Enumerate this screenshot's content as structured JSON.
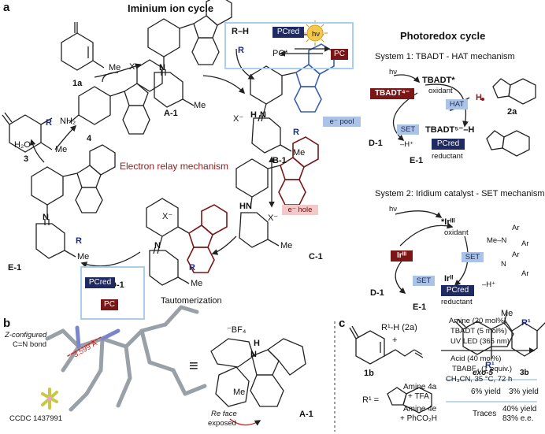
{
  "panels": {
    "a": "a",
    "b": "b",
    "c": "c"
  },
  "iminium": {
    "title": "Iminium ion cycle",
    "relay": "Electron relay mechanism",
    "tautomer": "Tautomerization",
    "labels": {
      "a1": "A-1",
      "b1": "B-1",
      "c1": "C-1",
      "d1": "D-1",
      "e1": "E-1",
      "c1a": "1a",
      "c3": "3",
      "c4": "4"
    },
    "xminus": "X⁻",
    "h2o": "H₂O",
    "rh": "R–H",
    "pc_red": "PCred",
    "pc_star": "PC*",
    "pc": "PC",
    "hv": "hν",
    "epool": "e⁻ pool",
    "ehole": "e⁻ hole",
    "nh2": "NH₂",
    "r": "R",
    "me": "Me",
    "n": "N",
    "h": "H",
    "hn": "HN"
  },
  "photoredox": {
    "title": "Photoredox cycle",
    "system1": "System 1: TBADT - HAT mechanism",
    "system2": "System 2: Iridium catalyst - SET mechanism",
    "hv": "hν",
    "tbadt4": "TBADT⁴⁻",
    "tbadt_star": "TBADT*",
    "oxidant": "oxidant",
    "hat": "HAT",
    "h": "H",
    "label_2a": "2a",
    "set": "SET",
    "minus_h": "–H⁺",
    "tbadt5": "TBADT⁵⁻–H",
    "pc_red": "PCred",
    "reductant": "reductant",
    "d1": "D-1",
    "e1": "E-1",
    "ir3_star": "*Irᴵᴵᴵ",
    "ir3": "Irᴵᴵᴵ",
    "ir2": "Irᴵᴵ",
    "me_n_ar": "Me–N",
    "ar": "Ar",
    "n": "N"
  },
  "crystal": {
    "zconf": "Z-configured",
    "cn": "C=N bond",
    "dist": "3.599 Å",
    "bf4": "⁻BF₄",
    "equiv": "≡",
    "re_face": "Re face",
    "exposed": "exposed",
    "ccdc": "CCDC 1437991",
    "a1": "A-1",
    "me": "Me",
    "h": "H",
    "n": "N"
  },
  "reaction": {
    "r1h": "R¹-H (2a)",
    "plus": "+",
    "label_1b": "1b",
    "conditions": [
      "Amine (20 mol%)",
      "TBADT (5 mol%)",
      "UV LED (365 nm)",
      "Acid (40 mol%)",
      "TBABF₄ (1 equiv.)",
      "CH₃CN, 35 °C, 72 h"
    ],
    "r1_label": "R¹ =",
    "me": "Me",
    "r1": "R¹",
    "exo5": "exo-5",
    "p3b": "3b",
    "rows": [
      {
        "amine": "Amine 4a",
        "acid": "+ TFA",
        "exo5": "6% yield",
        "p3b": "3% yield",
        "p3b_ee": ""
      },
      {
        "amine": "Amine 4e",
        "acid": "+ PhCO₂H",
        "exo5": "Traces",
        "p3b": "40% yield",
        "p3b_ee": "83% e.e."
      }
    ]
  },
  "colors": {
    "navy": "#1f2a63",
    "maroon": "#7a1616",
    "pill_blue": "#aac3e6",
    "box_blue": "#a9cfe9",
    "accent_blue": "#3a5fb0",
    "accent_red": "#8a1c1c"
  }
}
